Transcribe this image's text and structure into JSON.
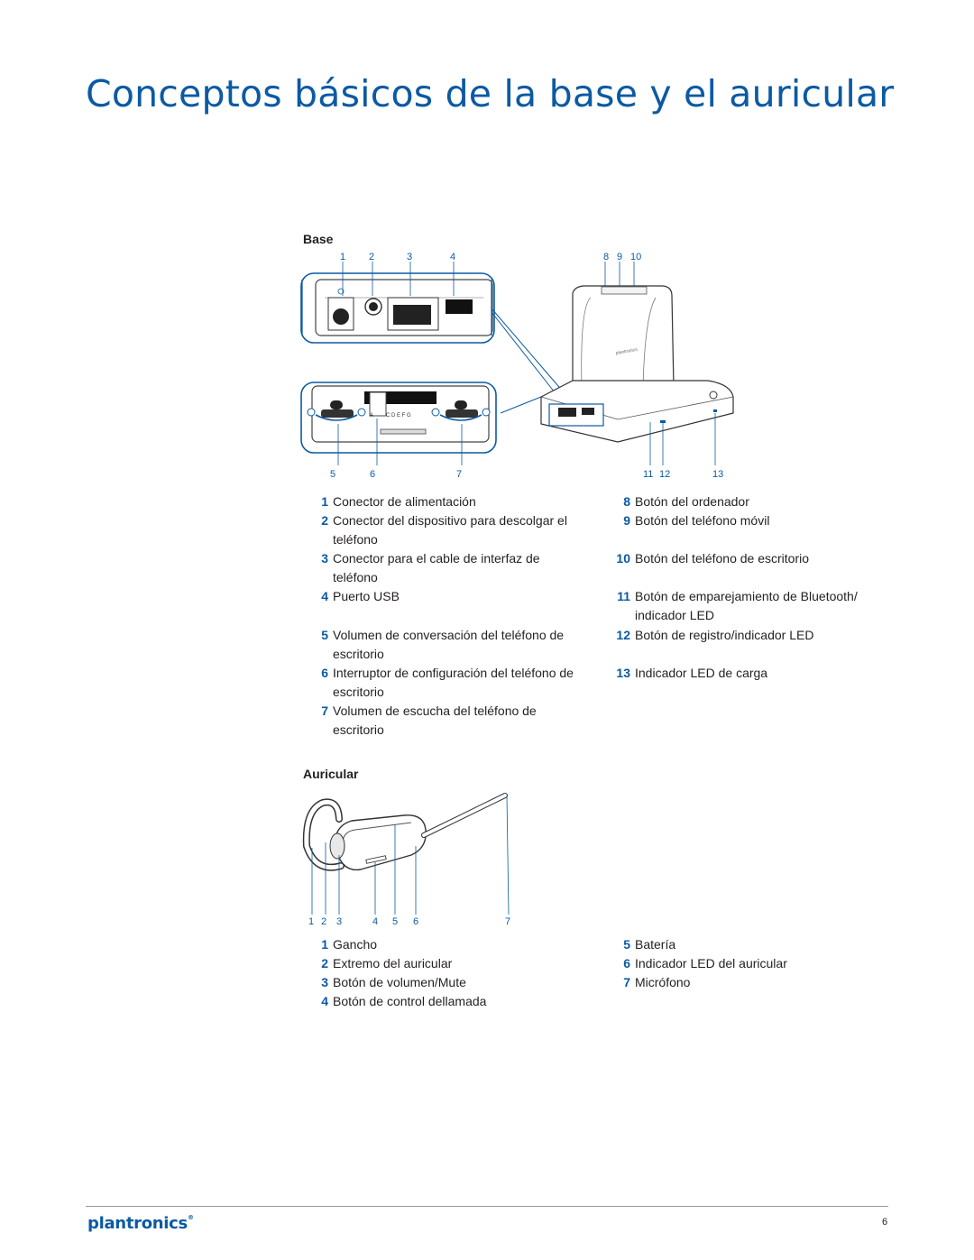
{
  "page": {
    "title": "Conceptos básicos de la base y el auricular",
    "page_number": "6",
    "brand": "plantronics"
  },
  "base": {
    "label": "Base",
    "top_numbers": [
      "1",
      "2",
      "3",
      "4"
    ],
    "right_top_numbers": [
      "8",
      "9",
      "10"
    ],
    "bottom_numbers": [
      "5",
      "6",
      "7"
    ],
    "right_bottom_numbers": [
      "11",
      "12",
      "13"
    ],
    "switch_letters": "A B C D E F G",
    "items_left": [
      {
        "n": "1",
        "text": "Conector de alimentación"
      },
      {
        "n": "2",
        "text": "Conector del dispositivo para descolgar el teléfono"
      },
      {
        "n": "3",
        "text": "Conector para el cable de interfaz de teléfono"
      },
      {
        "n": "4",
        "text": "Puerto USB"
      },
      {
        "n": "5",
        "text": "Volumen de conversación del teléfono de escritorio"
      },
      {
        "n": "6",
        "text": "Interruptor de configuración del teléfono de escritorio"
      },
      {
        "n": "7",
        "text": "Volumen de escucha del teléfono de escritorio"
      }
    ],
    "items_right": [
      {
        "n": "8",
        "text": "Botón del ordenador"
      },
      {
        "n": "9",
        "text": "Botón del teléfono móvil"
      },
      {
        "n": "10",
        "text": "Botón del teléfono de escritorio"
      },
      {
        "n": "11",
        "text": "Botón de emparejamiento de Bluetooth/ indicador LED"
      },
      {
        "n": "12",
        "text": "Botón de registro/indicador LED"
      },
      {
        "n": "13",
        "text": "Indicador LED de carga"
      }
    ]
  },
  "headset": {
    "label": "Auricular",
    "numbers": [
      "1",
      "2",
      "3",
      "4",
      "5",
      "6",
      "7"
    ],
    "items_left": [
      {
        "n": "1",
        "text": "Gancho"
      },
      {
        "n": "2",
        "text": "Extremo del auricular"
      },
      {
        "n": "3",
        "text": "Botón de volumen/Mute"
      },
      {
        "n": "4",
        "text": "Botón de control dellamada"
      }
    ],
    "items_right": [
      {
        "n": "5",
        "text": "Batería"
      },
      {
        "n": "6",
        "text": "Indicador LED del auricular"
      },
      {
        "n": "7",
        "text": "Micrófono"
      }
    ]
  },
  "colors": {
    "accent": "#0b5aa3",
    "text": "#231f20"
  }
}
